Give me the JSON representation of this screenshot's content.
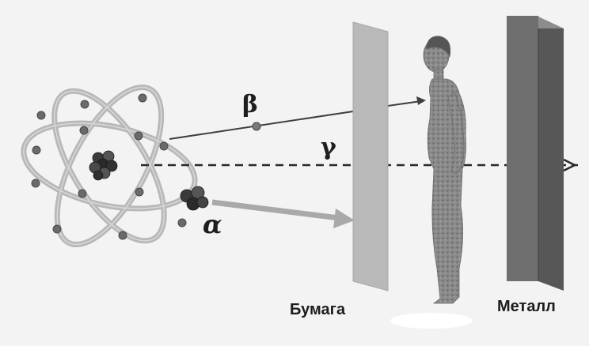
{
  "rays": {
    "beta_label": "β",
    "gamma_label": "γ",
    "alpha_label": "α"
  },
  "barriers": {
    "paper_label": "Бумага",
    "metal_label": "Металл"
  },
  "colors": {
    "background": "#f3f3f3",
    "orbit": "#b8b8b8",
    "electron": "#6a6a6a",
    "nucleus": "#333333",
    "ray": "#3f3f3f",
    "alpha_arrow": "#a9a9a9",
    "paper": "#b9b9b9",
    "metal_front": "#6f6f6f",
    "metal_side": "#575757",
    "human": "#8a8a8a"
  }
}
